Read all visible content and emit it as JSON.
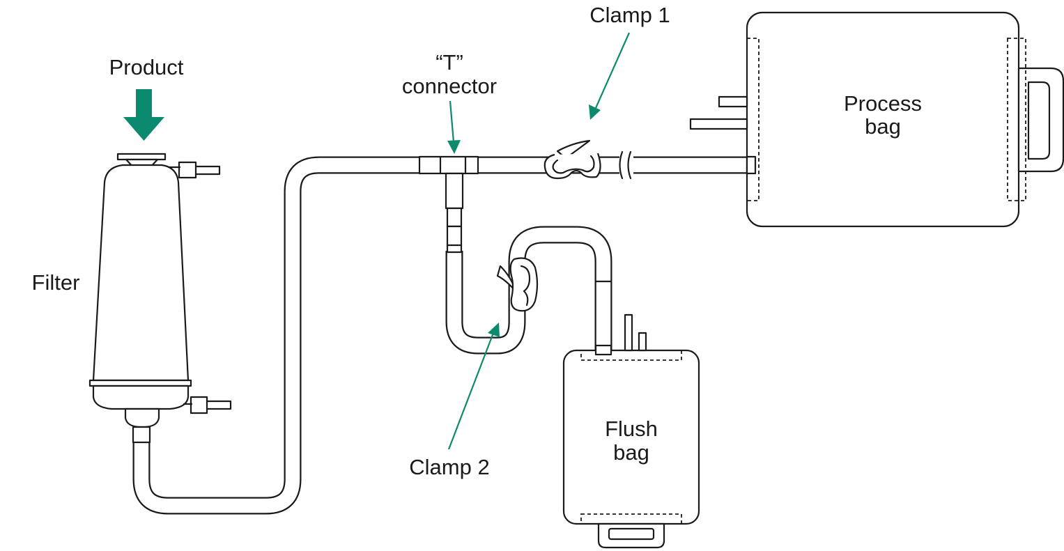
{
  "diagram": {
    "labels": {
      "product": "Product",
      "filter": "Filter",
      "t_connector_line1": "“T”",
      "t_connector_line2": "connector",
      "clamp1": "Clamp 1",
      "clamp2": "Clamp 2",
      "process_bag_line1": "Process",
      "process_bag_line2": "bag",
      "flush_bag_line1": "Flush",
      "flush_bag_line2": "bag"
    },
    "colors": {
      "accent": "#0c8a6e",
      "line": "#1a1a1a",
      "background": "#ffffff"
    },
    "icons": {
      "product_arrow": "down-arrow-icon"
    }
  }
}
